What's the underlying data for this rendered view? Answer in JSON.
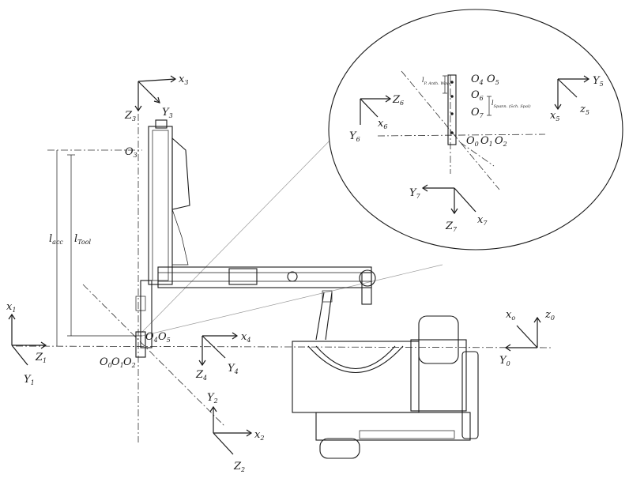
{
  "frames": {
    "frame3": {
      "x": "x",
      "xs": "3",
      "y": "Y",
      "ys": "3",
      "z": "Z",
      "zs": "3"
    },
    "frame0": {
      "x": "x",
      "xs": "o",
      "y": "Y",
      "ys": "0",
      "z": "z",
      "zs": "0"
    },
    "frame1": {
      "x": "x",
      "xs": "1",
      "y": "Y",
      "ys": "1",
      "z": "Z",
      "zs": "1"
    },
    "frame2": {
      "x": "x",
      "xs": "2",
      "y": "Y",
      "ys": "2",
      "z": "Z",
      "zs": "2"
    },
    "frame4": {
      "x": "x",
      "xs": "4",
      "y": "Y",
      "ys": "4",
      "z": "Z",
      "zs": "4"
    },
    "frame5": {
      "x": "x",
      "xs": "5",
      "y": "Y",
      "ys": "5",
      "z": "z",
      "zs": "5"
    },
    "frame6": {
      "x": "x",
      "xs": "6",
      "y": "Y",
      "ys": "6",
      "z": "Z",
      "zs": "6"
    },
    "frame7": {
      "x": "x",
      "xs": "7",
      "y": "Y",
      "ys": "7",
      "z": "Z",
      "zs": "7"
    }
  },
  "origins": {
    "o3": {
      "o": "O",
      "s": "3"
    },
    "o4": {
      "o": "O",
      "s": "4"
    },
    "o5": {
      "o": "O",
      "s": "5"
    },
    "o0": {
      "o": "O",
      "s": "0"
    },
    "o1": {
      "o": "O",
      "s": "1"
    },
    "o2": {
      "o": "O",
      "s": "2"
    }
  },
  "zoom": {
    "o4": {
      "o": "O",
      "s": "4"
    },
    "o5": {
      "o": "O",
      "s": "5"
    },
    "o6": {
      "o": "O",
      "s": "6"
    },
    "o7": {
      "o": "O",
      "s": "7"
    },
    "o0": {
      "o": "O",
      "s": "0"
    },
    "o1": {
      "o": "O",
      "s": "1"
    },
    "o2": {
      "o": "O",
      "s": "2"
    },
    "dim1": {
      "l": "l",
      "s": "P. Anth. Wave"
    },
    "dim2": {
      "l": "l",
      "s": "Spann. (Sch. Spal)"
    }
  },
  "dimensions": {
    "acc": {
      "l": "l",
      "s": "acc"
    },
    "tool": {
      "l": "l",
      "s": "Tool"
    }
  }
}
